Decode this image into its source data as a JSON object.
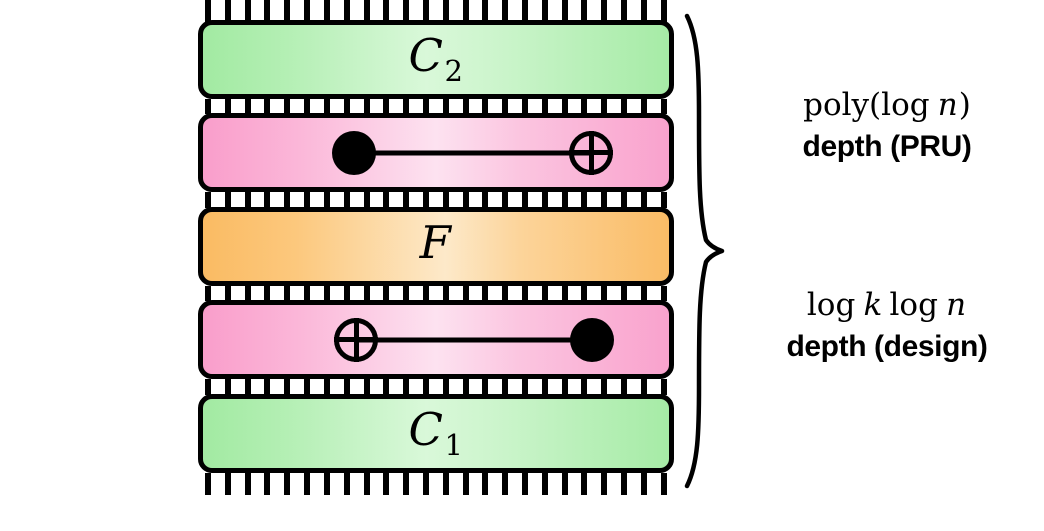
{
  "figure": {
    "type": "quantum-circuit-diagram",
    "background_color": "#ffffff",
    "wire_count": 24,
    "outline_color": "#000000"
  },
  "layers": [
    {
      "id": "layer-c2",
      "kind": "unitary",
      "label_main": "C",
      "label_sub": "2",
      "fill_edge": "#a2eaa2",
      "fill_center": "#d9f8d9",
      "color_name": "green"
    },
    {
      "id": "layer-cnot-top",
      "kind": "cnot",
      "control_side": "left",
      "target_side": "right",
      "control_icon": "filled-dot-icon",
      "target_icon": "xor-circle-icon",
      "fill_edge": "#f99ecb",
      "fill_center": "#fde2f0",
      "color_name": "pink"
    },
    {
      "id": "layer-f",
      "kind": "unitary",
      "label_main": "F",
      "label_sub": "",
      "fill_edge": "#fabb63",
      "fill_center": "#fde9c9",
      "color_name": "orange"
    },
    {
      "id": "layer-cnot-bottom",
      "kind": "cnot",
      "control_side": "right",
      "target_side": "left",
      "control_icon": "filled-dot-icon",
      "target_icon": "xor-circle-icon",
      "fill_edge": "#f99ecb",
      "fill_center": "#fde2f0",
      "color_name": "pink"
    },
    {
      "id": "layer-c1",
      "kind": "unitary",
      "label_main": "C",
      "label_sub": "1",
      "fill_edge": "#a2eaa2",
      "fill_center": "#d9f8d9",
      "color_name": "green"
    }
  ],
  "brace": {
    "icon": "right-curly-brace-icon",
    "orientation": "right",
    "spans": "entire-circuit"
  },
  "annotations": {
    "upper": {
      "math_pre": "poly(log ",
      "math_var": "n",
      "math_post": ")",
      "caption": "depth (PRU)"
    },
    "lower": {
      "math_pre": "log ",
      "math_var": "k",
      "math_mid": " log ",
      "math_var2": "n",
      "math_post": "",
      "caption": "depth (design)"
    }
  }
}
